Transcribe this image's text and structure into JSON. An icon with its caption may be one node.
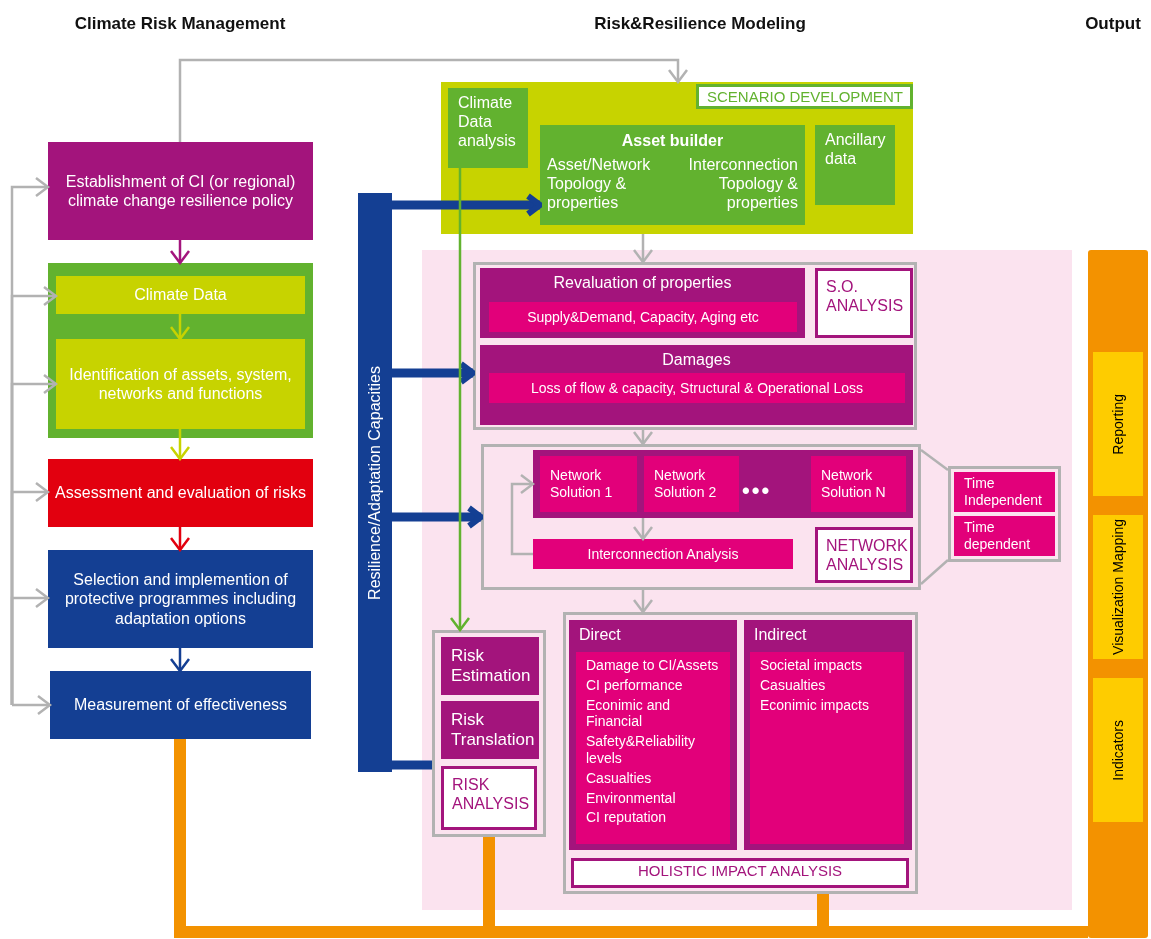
{
  "diagram": {
    "nodes": [
      {
        "text": [
          "Establishment of CI (or regional) climate change resilience policy"
        ]
      },
      {
        "text": [],
        "shape": "box"
      },
      {
        "text": [
          "Climate Data"
        ],
        "in": 1
      },
      {
        "text": [
          "Identification of assets, system, networks and functions"
        ],
        "in": 1
      },
      {
        "text": [
          "Assessment and evaluation of risks"
        ]
      },
      {
        "text": [
          "Selection and implemention of protective programmes including adaptation options"
        ]
      },
      {
        "text": [
          "Measurement of effectiveness"
        ]
      },
      {
        "text": [
          "Resilience/Adaptation Capacities"
        ]
      },
      {
        "text": [
          "SCENARIO DEVELOPMENT"
        ]
      },
      {
        "text": [
          "Climate Data analysis"
        ],
        "in": 8
      },
      {
        "text": [
          "Asset builder",
          "Asset/Network Topology & properties",
          "Interconnection Topology & properties"
        ],
        "in": 8
      },
      {
        "text": [
          "Ancillary data"
        ],
        "in": 8
      },
      {
        "text": [],
        "shape": "box"
      },
      {
        "text": [
          "S.O. ANALYSIS"
        ],
        "in": 12
      },
      {
        "text": [
          "Revaluation of properties"
        ],
        "in": 13
      },
      {
        "text": [
          "Supply&Demand, Capacity, Aging etc"
        ],
        "in": 14
      },
      {
        "text": [
          "Damages"
        ],
        "in": 13
      },
      {
        "text": [
          "Loss of flow & capacity, Structural & Operational Loss"
        ],
        "in": 16
      },
      {
        "text": [
          "NETWORK ANALYSIS"
        ],
        "in": 12
      },
      {
        "text": [],
        "shape": "box",
        "in": 18
      },
      {
        "text": [
          "Network Solution 1"
        ],
        "in": 19
      },
      {
        "text": [
          "Network Solution 2"
        ],
        "in": 19
      },
      {
        "text": [
          "Network Solution N"
        ],
        "in": 19
      },
      {
        "text": [
          "Interconnection Analysis"
        ],
        "in": 18
      },
      {
        "text": [],
        "shape": "box",
        "in": 12
      },
      {
        "text": [
          "Time Independent"
        ],
        "in": 24
      },
      {
        "text": [
          "Time dependent"
        ],
        "in": 24
      },
      {
        "text": [
          "RISK ANALYSIS"
        ],
        "in": 12
      },
      {
        "text": [
          "Risk Estimation"
        ],
        "in": 27
      },
      {
        "text": [
          "Risk Translation"
        ],
        "in": 27
      },
      {
        "text": [
          "HOLISTIC IMPACT ANALYSIS"
        ],
        "in": 12
      },
      {
        "text": [
          "Direct"
        ],
        "in": 30
      },
      {
        "text": [
          "Damage to CI/Assets",
          "CI performance",
          "Econimic and Financial",
          "Safety&Reliability levels",
          "Casualties",
          "Environmental",
          "CI reputation"
        ],
        "in": 31
      },
      {
        "text": [
          "Indirect"
        ],
        "in": 30
      },
      {
        "text": [
          "Societal impacts",
          "Casualties",
          "Econimic impacts"
        ],
        "in": 33
      },
      {
        "text": [],
        "shape": "bar"
      },
      {
        "text": [
          "Reporting"
        ],
        "in": 35
      },
      {
        "text": [
          "Visualization Mapping"
        ],
        "in": 35
      },
      {
        "text": [
          "Indicators"
        ],
        "in": 35
      }
    ],
    "edges": [
      {
        "from": 0,
        "to": 1,
        "arrow": "to",
        "color": "#a3147c"
      },
      {
        "from": 2,
        "to": 3,
        "arrow": "to",
        "color": "#c7d300"
      },
      {
        "from": 3,
        "to": 4,
        "arrow": "to",
        "color": "#c7d300"
      },
      {
        "from": 4,
        "to": 5,
        "arrow": "to",
        "color": "#e2000f"
      },
      {
        "from": 5,
        "to": 6,
        "arrow": "to",
        "color": "#143f93"
      },
      {
        "from": null,
        "to": 0,
        "arrow": "to"
      },
      {
        "from": null,
        "to": 2,
        "arrow": "to"
      },
      {
        "from": null,
        "to": 3,
        "arrow": "to"
      },
      {
        "from": null,
        "to": 4,
        "arrow": "to"
      },
      {
        "from": null,
        "to": 5,
        "arrow": "to"
      },
      {
        "from": null,
        "to": 6,
        "arrow": "to"
      },
      {
        "from": 0,
        "to": 8,
        "arrow": "to"
      },
      {
        "from": 7,
        "to": 10,
        "arrow": "to",
        "style": "thick",
        "color": "#143f93"
      },
      {
        "from": 7,
        "to": 13,
        "arrow": "to",
        "style": "thick",
        "color": "#143f93"
      },
      {
        "from": 7,
        "to": 18,
        "arrow": "to",
        "style": "thick",
        "color": "#143f93"
      },
      {
        "from": 7,
        "to": 27,
        "arrow": "none",
        "style": "thick",
        "color": "#143f93"
      },
      {
        "from": 9,
        "to": 27,
        "arrow": "to",
        "color": "#62b22f"
      },
      {
        "from": 8,
        "to": 13,
        "arrow": "to"
      },
      {
        "from": 13,
        "to": 18,
        "arrow": "to"
      },
      {
        "from": 19,
        "to": 23,
        "arrow": "to"
      },
      {
        "from": 23,
        "to": 19,
        "arrow": "to"
      },
      {
        "from": 18,
        "to": 24,
        "arrow": "none"
      },
      {
        "from": 18,
        "to": 24,
        "arrow": "none"
      },
      {
        "from": 18,
        "to": 30,
        "arrow": "to"
      },
      {
        "from": 6,
        "to": 35,
        "arrow": "none",
        "style": "thick",
        "color": "#f39200"
      },
      {
        "from": 27,
        "to": 35,
        "arrow": "none",
        "style": "thick",
        "color": "#f39200"
      },
      {
        "from": 30,
        "to": 35,
        "arrow": "none",
        "style": "thick",
        "color": "#f39200"
      }
    ],
    "labels": [
      "Climate Risk Management",
      "Risk&Resilience Modeling",
      "Output",
      "•••"
    ]
  }
}
